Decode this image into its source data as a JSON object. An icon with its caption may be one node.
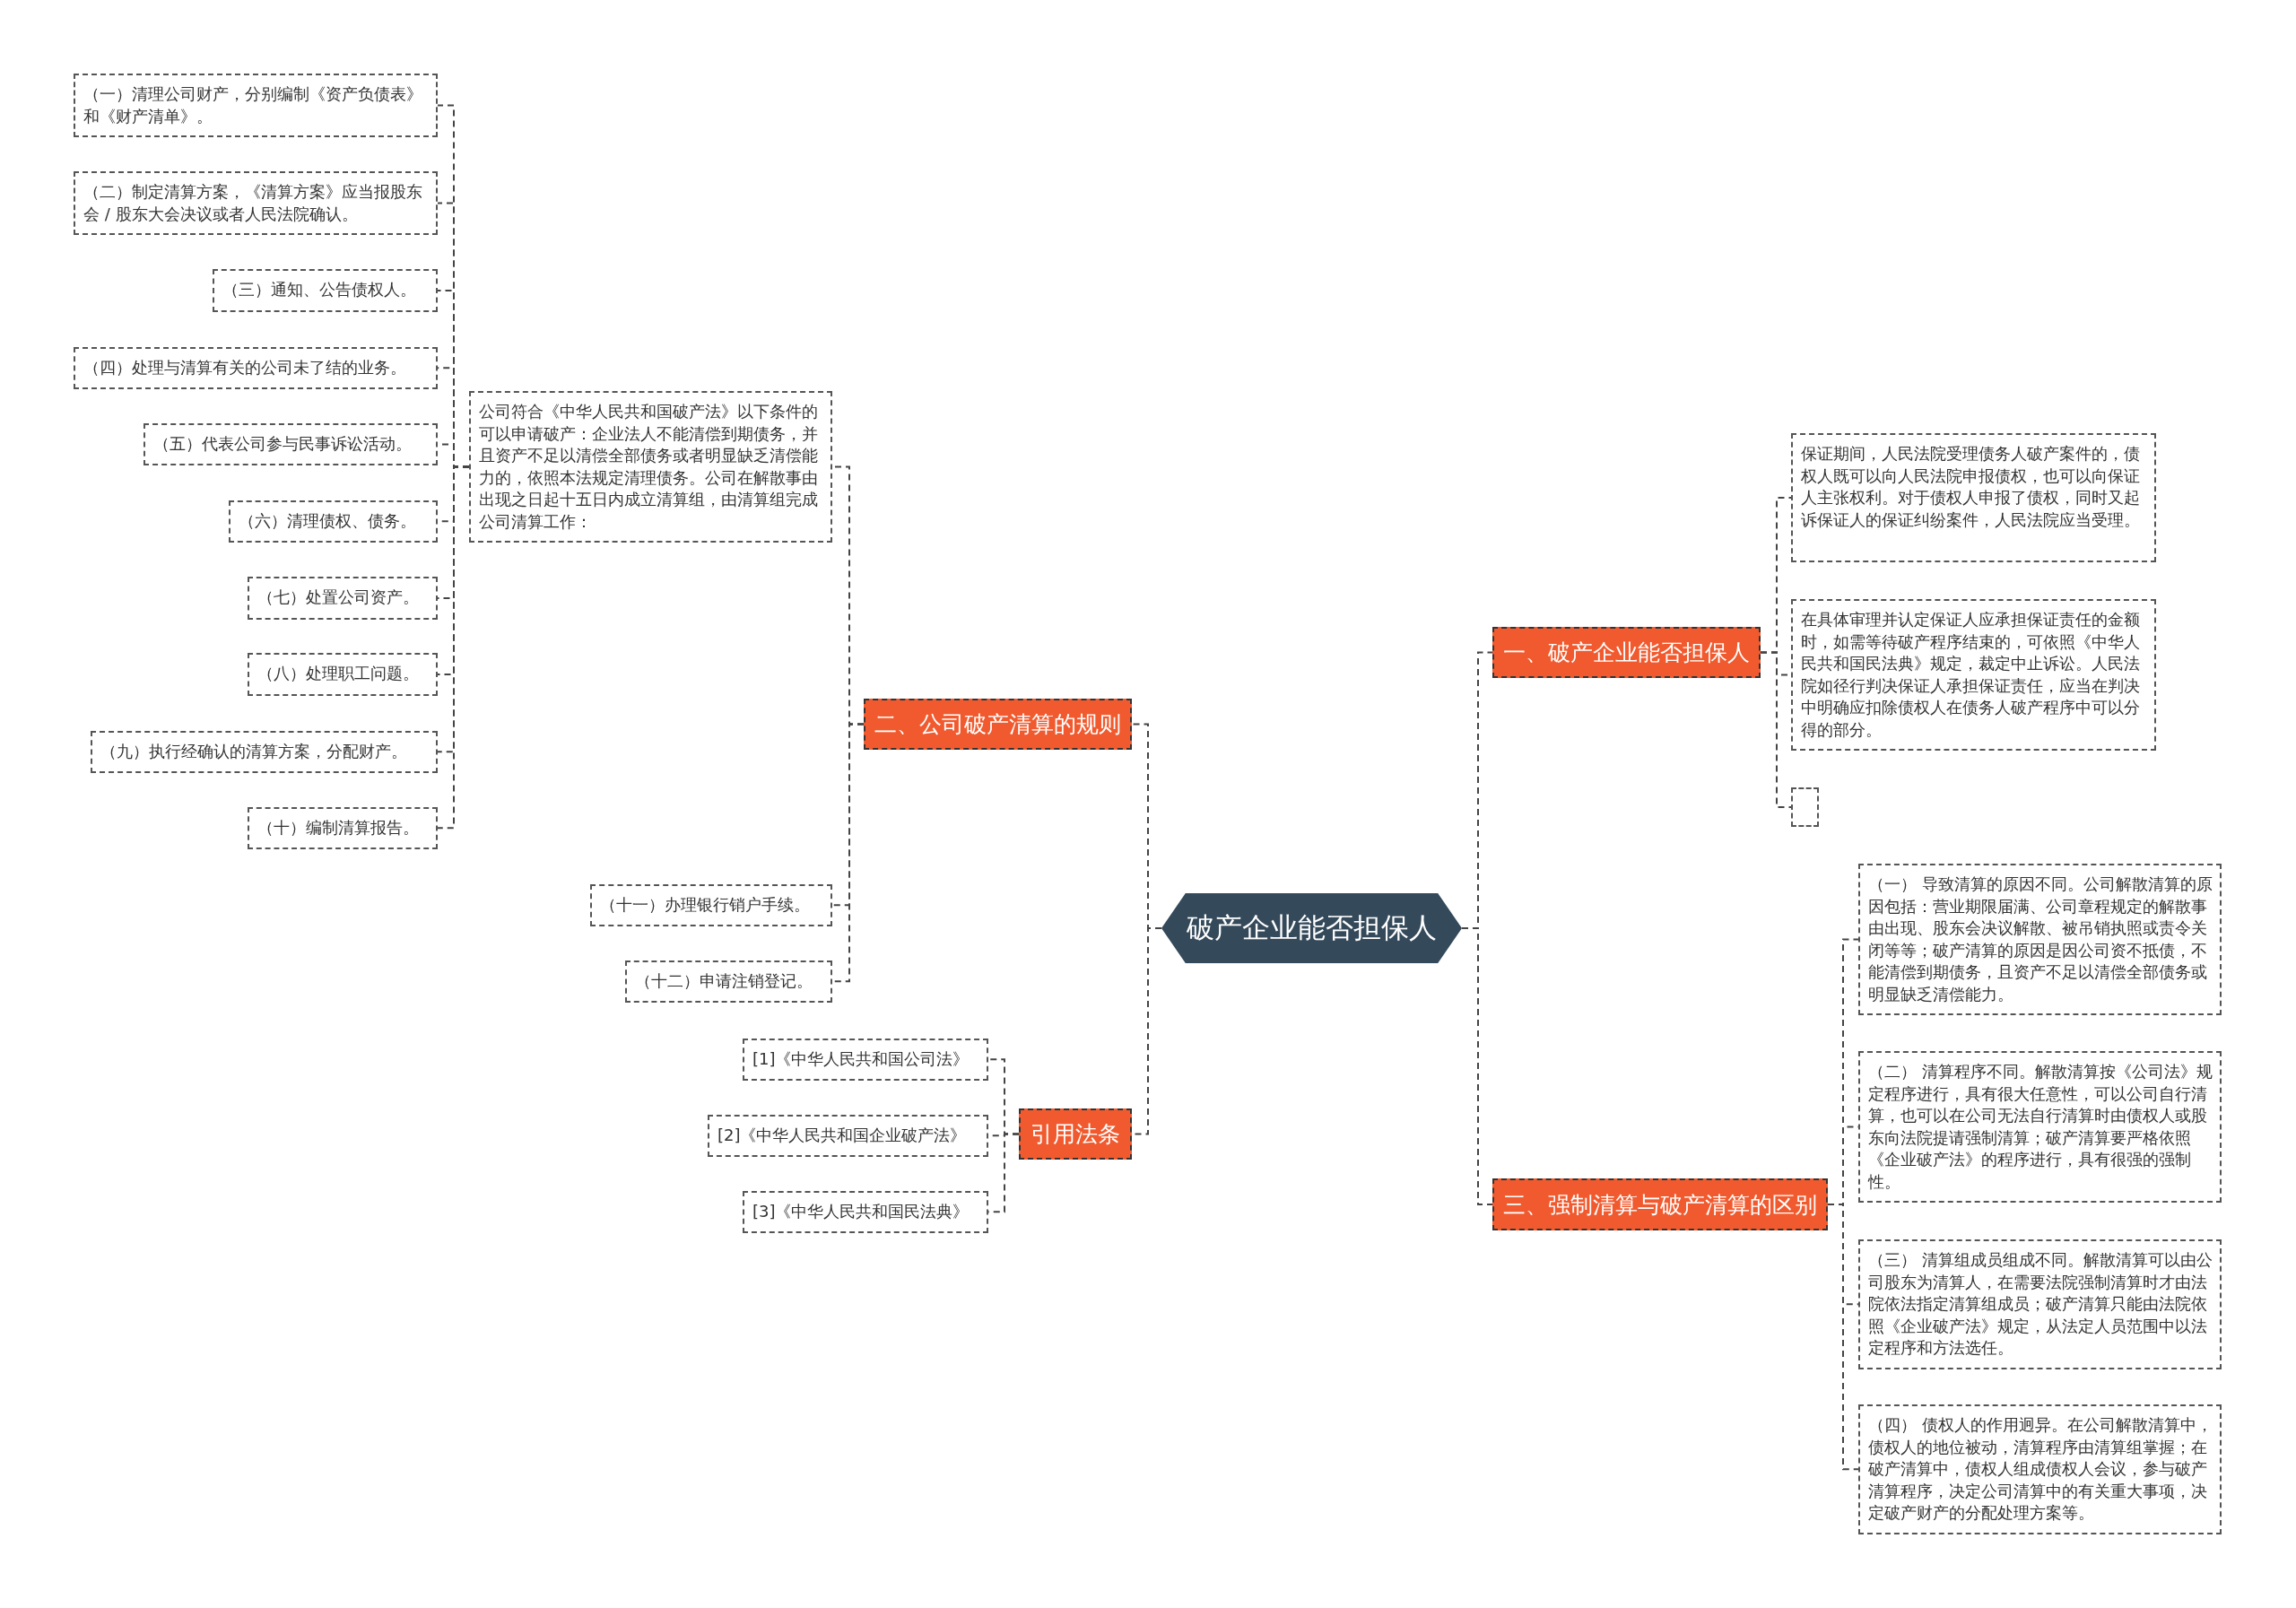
{
  "diagram": {
    "nodes": [
      {
        "text": [
          "破产企业能否担保人"
        ]
      },
      {
        "text": [
          "一、破产企业能否担保人"
        ]
      },
      {
        "text": [
          "保证期间，人民法院受理债务人破产案件的，债权人既可以向人民法院申报债权，也可以向保证人主张权利。对于债权人申报了债权，同时又起诉保证人的保证纠纷案件，人民法院应当受理。"
        ]
      },
      {
        "text": [
          "在具体审理并认定保证人应承担保证责任的金额时，如需等待破产程序结束的，可依照《中华人民共和国民法典》规定，裁定中止诉讼。人民法院如径行判决保证人承担保证责任，应当在判决中明确应扣除债权人在债务人破产程序中可以分得的部分。"
        ]
      },
      {
        "text": [],
        "shape": "box"
      },
      {
        "text": [
          "二、公司破产清算的规则"
        ]
      },
      {
        "text": [
          "公司符合《中华人民共和国破产法》以下条件的可以申请破产：企业法人不能清偿到期债务，并且资产不足以清偿全部债务或者明显缺乏清偿能力的，依照本法规定清理债务。公司在解散事由出现之日起十五日内成立清算组，由清算组完成公司清算工作："
        ]
      },
      {
        "text": [
          "（一）清理公司财产，分别编制《资产负债表》和《财产清单》。"
        ]
      },
      {
        "text": [
          "（二）制定清算方案，《清算方案》应当报股东会 / 股东大会决议或者人民法院确认。"
        ]
      },
      {
        "text": [
          "（三）通知、公告债权人。"
        ]
      },
      {
        "text": [
          "（四）处理与清算有关的公司未了结的业务。"
        ]
      },
      {
        "text": [
          "（五）代表公司参与民事诉讼活动。"
        ]
      },
      {
        "text": [
          "（六）清理债权、债务。"
        ]
      },
      {
        "text": [
          "（七）处置公司资产。"
        ]
      },
      {
        "text": [
          "（八）处理职工问题。"
        ]
      },
      {
        "text": [
          "（九）执行经确认的清算方案，分配财产。"
        ]
      },
      {
        "text": [
          "（十）编制清算报告。"
        ]
      },
      {
        "text": [
          "（十一）办理银行销户手续。"
        ]
      },
      {
        "text": [
          "（十二）申请注销登记。"
        ]
      },
      {
        "text": [
          "三、强制清算与破产清算的区别"
        ]
      },
      {
        "text": [
          "（一） 导致清算的原因不同。公司解散清算的原因包括：营业期限届满、公司章程规定的解散事由出现、股东会决议解散、被吊销执照或责令关闭等等；破产清算的原因是因公司资不抵债，不能清偿到期债务，且资产不足以清偿全部债务或明显缺乏清偿能力。"
        ]
      },
      {
        "text": [
          "（二） 清算程序不同。解散清算按《公司法》规定程序进行，具有很大任意性，可以公司自行清算，也可以在公司无法自行清算时由债权人或股东向法院提请强制清算；破产清算要严格依照《企业破产法》的程序进行，具有很强的强制性。"
        ]
      },
      {
        "text": [
          "（三） 清算组成员组成不同。解散清算可以由公司股东为清算人，在需要法院强制清算时才由法院依法指定清算组成员；破产清算只能由法院依照《企业破产法》规定，从法定人员范围中以法定程序和方法选任。"
        ]
      },
      {
        "text": [
          "（四） 债权人的作用迥异。在公司解散清算中，债权人的地位被动，清算程序由清算组掌握；在破产清算中，债权人组成债权人会议，参与破产清算程序，决定公司清算中的有关重大事项，决定破产财产的分配处理方案等。"
        ]
      },
      {
        "text": [
          "引用法条"
        ]
      },
      {
        "text": [
          "[1]《中华人民共和国公司法》"
        ]
      },
      {
        "text": [
          "[2]《中华人民共和国企业破产法》"
        ]
      },
      {
        "text": [
          "[3]《中华人民共和国民法典》"
        ]
      }
    ],
    "edges": [
      {
        "from": 0,
        "to": 1,
        "arrow": "none"
      },
      {
        "from": 1,
        "to": 2,
        "arrow": "none"
      },
      {
        "from": 1,
        "to": 3,
        "arrow": "none"
      },
      {
        "from": 1,
        "to": 4,
        "arrow": "none"
      },
      {
        "from": 0,
        "to": 5,
        "arrow": "none"
      },
      {
        "from": 5,
        "to": 6,
        "arrow": "none"
      },
      {
        "from": 6,
        "to": 7,
        "arrow": "none"
      },
      {
        "from": 6,
        "to": 8,
        "arrow": "none"
      },
      {
        "from": 6,
        "to": 9,
        "arrow": "none"
      },
      {
        "from": 6,
        "to": 10,
        "arrow": "none"
      },
      {
        "from": 6,
        "to": 11,
        "arrow": "none"
      },
      {
        "from": 6,
        "to": 12,
        "arrow": "none"
      },
      {
        "from": 6,
        "to": 13,
        "arrow": "none"
      },
      {
        "from": 6,
        "to": 14,
        "arrow": "none"
      },
      {
        "from": 6,
        "to": 15,
        "arrow": "none"
      },
      {
        "from": 6,
        "to": 16,
        "arrow": "none"
      },
      {
        "from": 5,
        "to": 17,
        "arrow": "none"
      },
      {
        "from": 5,
        "to": 18,
        "arrow": "none"
      },
      {
        "from": 0,
        "to": 19,
        "arrow": "none"
      },
      {
        "from": 19,
        "to": 20,
        "arrow": "none"
      },
      {
        "from": 19,
        "to": 21,
        "arrow": "none"
      },
      {
        "from": 19,
        "to": 22,
        "arrow": "none"
      },
      {
        "from": 19,
        "to": 23,
        "arrow": "none"
      },
      {
        "from": 0,
        "to": 24,
        "arrow": "none"
      },
      {
        "from": 24,
        "to": 25,
        "arrow": "none"
      },
      {
        "from": 24,
        "to": 26,
        "arrow": "none"
      },
      {
        "from": 24,
        "to": 27,
        "arrow": "none"
      }
    ]
  }
}
